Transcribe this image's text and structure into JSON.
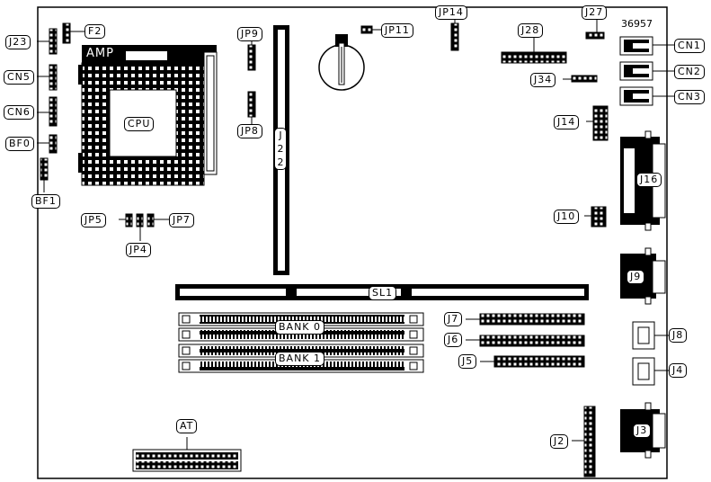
{
  "diagram": {
    "board_id": "36957",
    "labels": {
      "F2": "F2",
      "J23": "J23",
      "CN5": "CN5",
      "CN6": "CN6",
      "BF0": "BF0",
      "BF1": "BF1",
      "AMP": "AMP",
      "CPU": "CPU",
      "JP9": "JP9",
      "JP8": "JP8",
      "J22": "J22",
      "JP11": "JP11",
      "JP14": "JP14",
      "J28": "J28",
      "J27": "J27",
      "CN1": "CN1",
      "CN2": "CN2",
      "CN3": "CN3",
      "J34": "J34",
      "J14": "J14",
      "J16": "J16",
      "J10": "J10",
      "J9": "J9",
      "JP5": "JP5",
      "JP4": "JP4",
      "JP7": "JP7",
      "SL1": "SL1",
      "BANK0": "BANK 0",
      "BANK1": "BANK 1",
      "J7": "J7",
      "J6": "J6",
      "J5": "J5",
      "J8": "J8",
      "J4": "J4",
      "J3": "J3",
      "J2": "J2",
      "AT": "AT"
    }
  }
}
